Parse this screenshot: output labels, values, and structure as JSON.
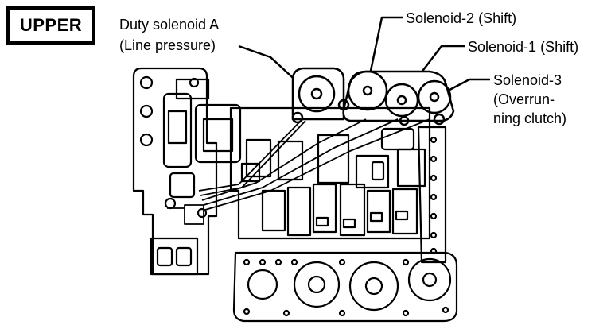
{
  "badge": "UPPER",
  "labels": {
    "duty_a_line1": "Duty solenoid A",
    "duty_a_line2": "(Line pressure)",
    "sol2": "Solenoid-2 (Shift)",
    "sol1": "Solenoid-1 (Shift)",
    "sol3_line1": "Solenoid-3",
    "sol3_line2": "(Overrun-",
    "sol3_line3": "ning clutch)"
  },
  "colors": {
    "ink": "#000000",
    "paper": "#ffffff"
  }
}
